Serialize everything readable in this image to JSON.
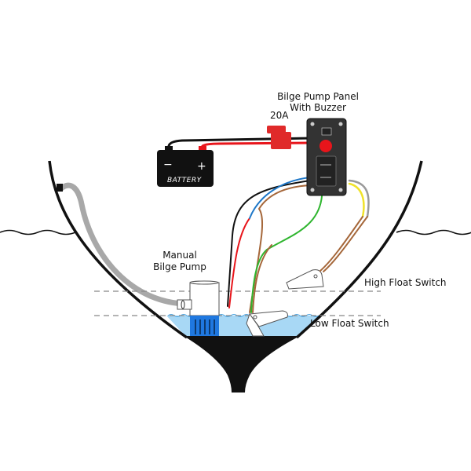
{
  "title": "Bilge pump wiring diagram",
  "labels": {
    "panel_line1": "Bilge Pump Panel",
    "panel_line2": "With Buzzer",
    "fuse": "20A",
    "battery": "BATTERY",
    "battery_neg": "−",
    "battery_pos": "+",
    "manual_line1": "Manual",
    "manual_line2": "Bilge Pump",
    "high_float": "High Float Switch",
    "low_float": "Low Float Switch"
  },
  "colors": {
    "wire_black": "#111111",
    "wire_red": "#e8151b",
    "wire_blue": "#1f78c8",
    "wire_brown": "#a5673a",
    "wire_green": "#2fb52f",
    "wire_yellow": "#f0e22a",
    "wire_gray": "#9a9a9a",
    "fuse_red": "#e02a2a",
    "water": "#a8d8f5",
    "pump_base": "#1f78e0",
    "panel": "#333333",
    "buzzer": "#e8151b",
    "hose": "#a8a8a8"
  }
}
